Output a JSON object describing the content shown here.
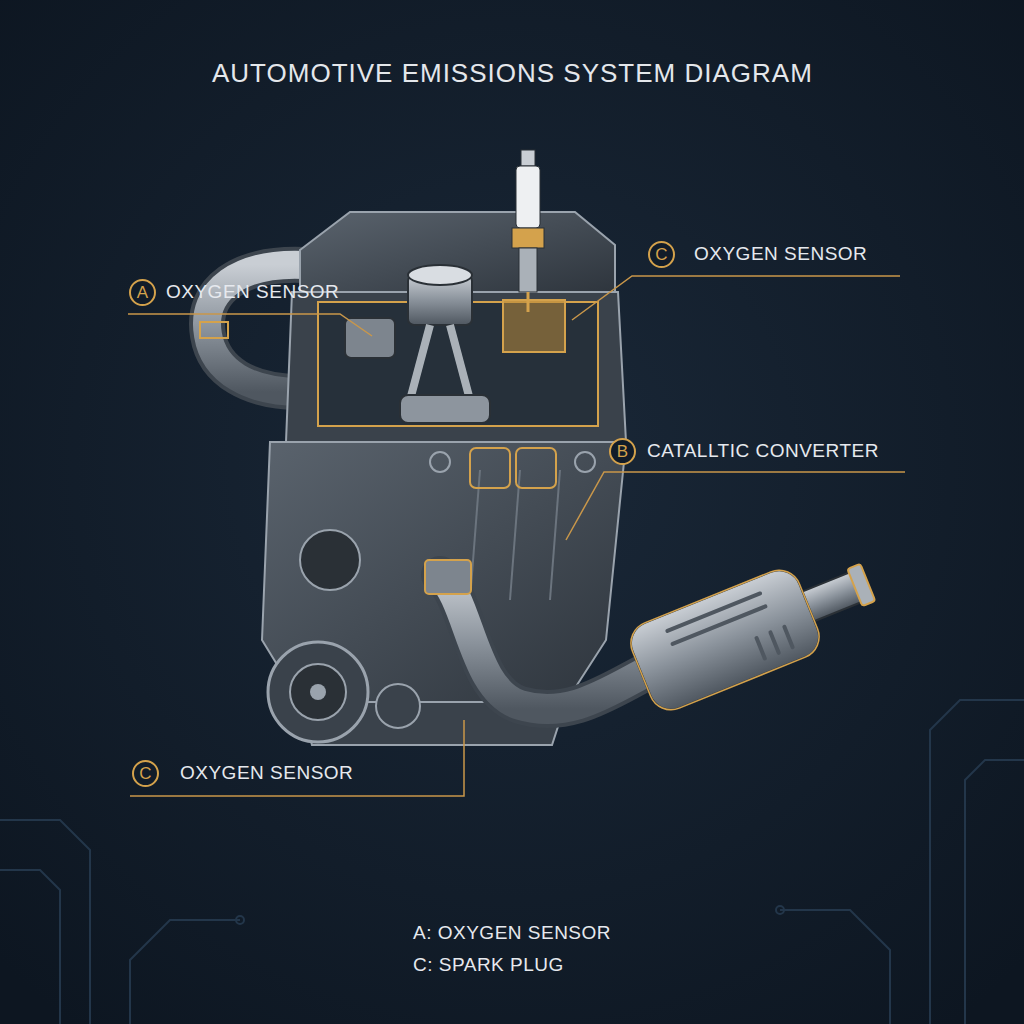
{
  "diagram": {
    "title": "AUTOMOTIVE EMISSIONS SYSTEM DIAGRAM",
    "nodes": [
      {
        "text": [
          "A"
        ]
      },
      {
        "text": [
          "C"
        ]
      },
      {
        "text": [
          "B"
        ]
      },
      {
        "text": [
          "C"
        ]
      }
    ],
    "labels": [
      "OXYGEN SENSOR",
      "OXYGEN SENSOR",
      "CATALLTIC CONVERTER",
      "OXYGEN SENSOR",
      "A: OXYGEN SENSOR",
      "C: SPARK PLUG"
    ]
  }
}
